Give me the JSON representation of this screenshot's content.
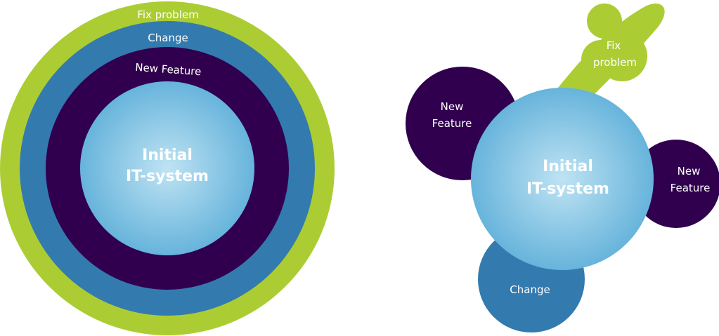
{
  "colors": {
    "green": "#abcd33",
    "blue": "#337aaf",
    "purple": "#30004f",
    "core_light": "#b9e0f2",
    "core_dark": "#5fb0d9",
    "text": "#ffffff"
  },
  "left_diagram": {
    "rings": [
      {
        "label": "Fix problem",
        "color": "green"
      },
      {
        "label": "Change",
        "color": "blue"
      },
      {
        "label": "New Feature",
        "color": "purple"
      }
    ],
    "core": {
      "line1": "Initial",
      "line2": "IT-system"
    }
  },
  "right_diagram": {
    "core": {
      "line1": "Initial",
      "line2": "IT-system"
    },
    "fix_problem": {
      "line1": "Fix",
      "line2": "problem"
    },
    "new_feature_left": {
      "line1": "New",
      "line2": "Feature"
    },
    "new_feature_right": {
      "line1": "New",
      "line2": "Feature"
    },
    "change": {
      "label": "Change"
    }
  }
}
